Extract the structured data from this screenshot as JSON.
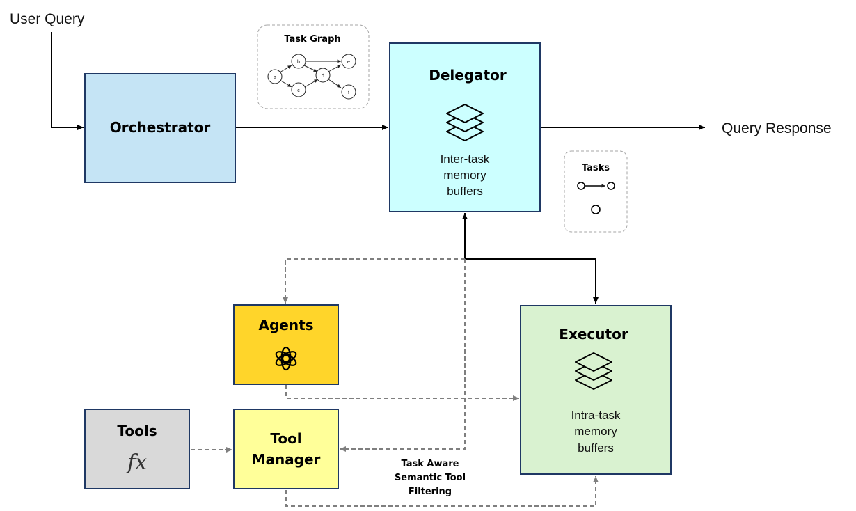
{
  "input_label": "User Query",
  "output_label": "Query Response",
  "orchestrator": {
    "title": "Orchestrator",
    "fill": "#c5e4f5"
  },
  "delegator": {
    "title": "Delegator",
    "lines": [
      "Inter-task",
      "memory",
      "buffers"
    ],
    "icon": "layers-icon",
    "fill": "#ccffff"
  },
  "task_graph": {
    "title": "Task Graph",
    "nodes": [
      "a",
      "b",
      "c",
      "d",
      "e",
      "f"
    ],
    "edges": [
      [
        "a",
        "b"
      ],
      [
        "a",
        "c"
      ],
      [
        "b",
        "e"
      ],
      [
        "b",
        "d"
      ],
      [
        "c",
        "d"
      ],
      [
        "d",
        "e"
      ],
      [
        "d",
        "f"
      ]
    ]
  },
  "tasks_legend": {
    "title": "Tasks",
    "icons": [
      "edge-icon",
      "node-icon"
    ]
  },
  "agents": {
    "title": "Agents",
    "icon": "openai-logo-icon",
    "fill": "#ffd52a"
  },
  "executor": {
    "title": "Executor",
    "lines": [
      "Intra-task",
      "memory",
      "buffers"
    ],
    "icon": "layers-icon",
    "fill": "#d9f2d0"
  },
  "tools": {
    "title": "Tools",
    "symbol": "fx",
    "fill": "#d9d9d9"
  },
  "tool_manager": {
    "title_lines": [
      "Tool",
      "Manager"
    ],
    "fill": "#ffff99"
  },
  "filter_caption": {
    "lines": [
      "Task Aware",
      "Semantic Tool",
      "Filtering"
    ]
  }
}
